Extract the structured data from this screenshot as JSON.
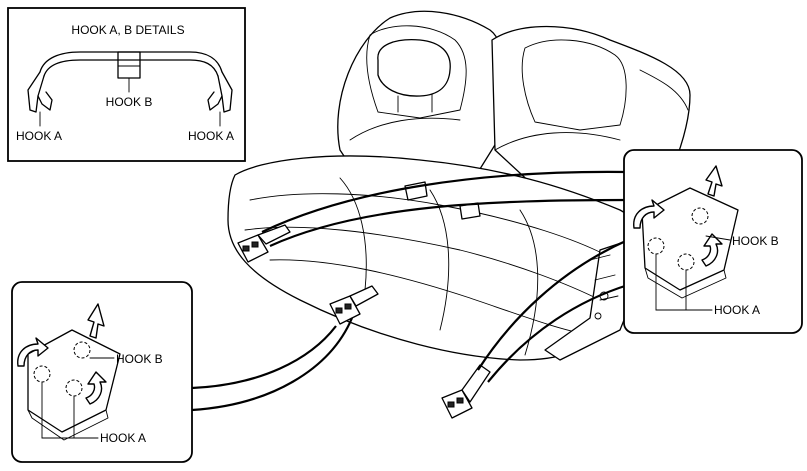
{
  "detail_box": {
    "title": "HOOK A, B DETAILS",
    "hook_a_left": "HOOK A",
    "hook_b": "HOOK B",
    "hook_a_right": "HOOK A"
  },
  "right_callout": {
    "hook_b": "HOOK B",
    "hook_a": "HOOK A"
  },
  "left_callout": {
    "hook_b": "HOOK B",
    "hook_a": "HOOK A"
  }
}
